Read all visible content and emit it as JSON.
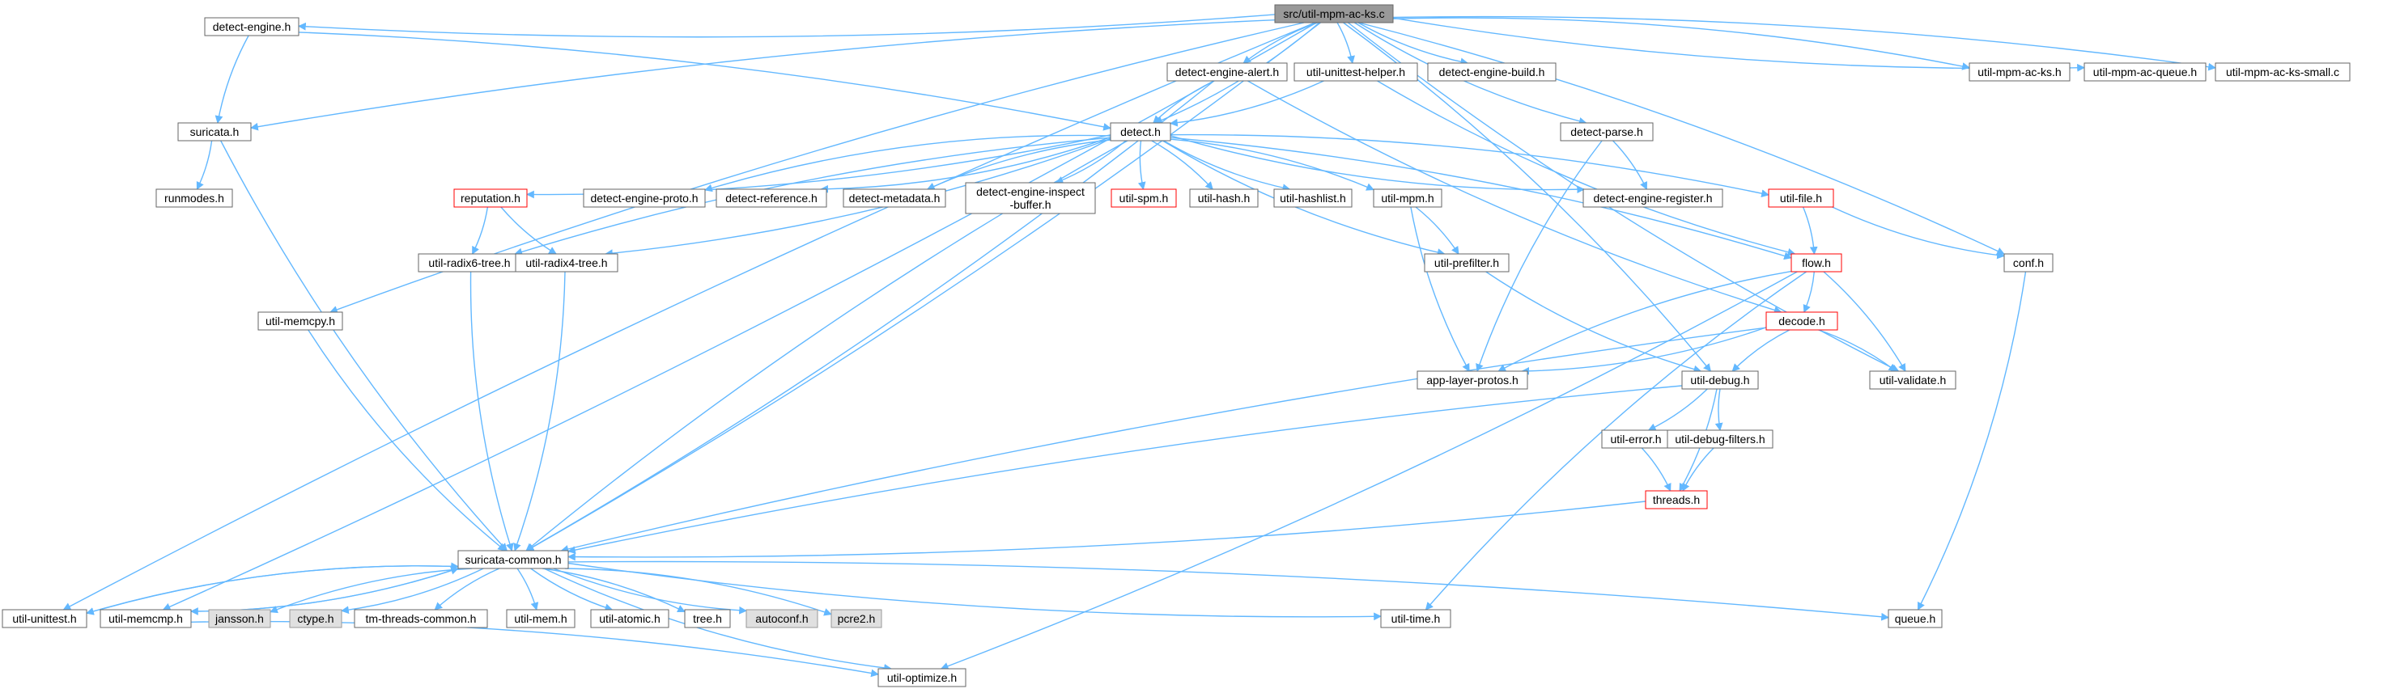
{
  "colors": {
    "edge": "#63b8ff",
    "root_fill": "#999999",
    "missing_fill": "#e0e0e0",
    "missing_border": "#999999",
    "normal_border": "#666666",
    "truncated_border": "#ff0000"
  },
  "graph": {
    "root": "src/util-mpm-ac-ks.c",
    "nodes": [
      {
        "id": "root",
        "label": [
          "src/util-mpm-ac-ks.c"
        ],
        "style": "root"
      },
      {
        "id": "detect_engine_h",
        "label": [
          "detect-engine.h"
        ],
        "style": "normal"
      },
      {
        "id": "detect_engine_alert_h",
        "label": [
          "detect-engine-alert.h"
        ],
        "style": "normal"
      },
      {
        "id": "util_unittest_helper_h",
        "label": [
          "util-unittest-helper.h"
        ],
        "style": "normal"
      },
      {
        "id": "detect_engine_build_h",
        "label": [
          "detect-engine-build.h"
        ],
        "style": "normal"
      },
      {
        "id": "util_mpm_ac_ks_h",
        "label": [
          "util-mpm-ac-ks.h"
        ],
        "style": "normal"
      },
      {
        "id": "util_mpm_ac_queue_h",
        "label": [
          "util-mpm-ac-queue.h"
        ],
        "style": "normal"
      },
      {
        "id": "util_mpm_ac_ks_small_c",
        "label": [
          "util-mpm-ac-ks-small.c"
        ],
        "style": "normal"
      },
      {
        "id": "suricata_h",
        "label": [
          "suricata.h"
        ],
        "style": "normal"
      },
      {
        "id": "detect_h",
        "label": [
          "detect.h"
        ],
        "style": "normal"
      },
      {
        "id": "detect_parse_h",
        "label": [
          "detect-parse.h"
        ],
        "style": "normal"
      },
      {
        "id": "runmodes_h",
        "label": [
          "runmodes.h"
        ],
        "style": "normal"
      },
      {
        "id": "reputation_h",
        "label": [
          "reputation.h"
        ],
        "style": "truncated"
      },
      {
        "id": "detect_engine_proto_h",
        "label": [
          "detect-engine-proto.h"
        ],
        "style": "normal"
      },
      {
        "id": "detect_reference_h",
        "label": [
          "detect-reference.h"
        ],
        "style": "normal"
      },
      {
        "id": "detect_metadata_h",
        "label": [
          "detect-metadata.h"
        ],
        "style": "normal"
      },
      {
        "id": "detect_engine_inspect_buffer_h",
        "label": [
          "detect-engine-inspect",
          "-buffer.h"
        ],
        "style": "normal"
      },
      {
        "id": "util_spm_h",
        "label": [
          "util-spm.h"
        ],
        "style": "truncated"
      },
      {
        "id": "util_hash_h",
        "label": [
          "util-hash.h"
        ],
        "style": "normal"
      },
      {
        "id": "util_hashlist_h",
        "label": [
          "util-hashlist.h"
        ],
        "style": "normal"
      },
      {
        "id": "util_mpm_h",
        "label": [
          "util-mpm.h"
        ],
        "style": "normal"
      },
      {
        "id": "detect_engine_register_h",
        "label": [
          "detect-engine-register.h"
        ],
        "style": "normal"
      },
      {
        "id": "util_file_h",
        "label": [
          "util-file.h"
        ],
        "style": "truncated"
      },
      {
        "id": "conf_h",
        "label": [
          "conf.h"
        ],
        "style": "normal"
      },
      {
        "id": "util_radix6_tree_h",
        "label": [
          "util-radix6-tree.h"
        ],
        "style": "normal"
      },
      {
        "id": "util_radix4_tree_h",
        "label": [
          "util-radix4-tree.h"
        ],
        "style": "normal"
      },
      {
        "id": "util_prefilter_h",
        "label": [
          "util-prefilter.h"
        ],
        "style": "normal"
      },
      {
        "id": "flow_h",
        "label": [
          "flow.h"
        ],
        "style": "truncated"
      },
      {
        "id": "util_memcpy_h",
        "label": [
          "util-memcpy.h"
        ],
        "style": "normal"
      },
      {
        "id": "decode_h",
        "label": [
          "decode.h"
        ],
        "style": "truncated"
      },
      {
        "id": "app_layer_protos_h",
        "label": [
          "app-layer-protos.h"
        ],
        "style": "normal"
      },
      {
        "id": "util_debug_h",
        "label": [
          "util-debug.h"
        ],
        "style": "normal"
      },
      {
        "id": "util_validate_h",
        "label": [
          "util-validate.h"
        ],
        "style": "normal"
      },
      {
        "id": "util_error_h",
        "label": [
          "util-error.h"
        ],
        "style": "normal"
      },
      {
        "id": "util_debug_filters_h",
        "label": [
          "util-debug-filters.h"
        ],
        "style": "normal"
      },
      {
        "id": "threads_h",
        "label": [
          "threads.h"
        ],
        "style": "truncated"
      },
      {
        "id": "suricata_common_h",
        "label": [
          "suricata-common.h"
        ],
        "style": "normal"
      },
      {
        "id": "util_unittest_h",
        "label": [
          "util-unittest.h"
        ],
        "style": "normal"
      },
      {
        "id": "util_memcmp_h",
        "label": [
          "util-memcmp.h"
        ],
        "style": "normal"
      },
      {
        "id": "jansson_h",
        "label": [
          "jansson.h"
        ],
        "style": "missing"
      },
      {
        "id": "ctype_h",
        "label": [
          "ctype.h"
        ],
        "style": "missing"
      },
      {
        "id": "tm_threads_common_h",
        "label": [
          "tm-threads-common.h"
        ],
        "style": "normal"
      },
      {
        "id": "util_mem_h",
        "label": [
          "util-mem.h"
        ],
        "style": "normal"
      },
      {
        "id": "util_atomic_h",
        "label": [
          "util-atomic.h"
        ],
        "style": "normal"
      },
      {
        "id": "tree_h",
        "label": [
          "tree.h"
        ],
        "style": "normal"
      },
      {
        "id": "autoconf_h",
        "label": [
          "autoconf.h"
        ],
        "style": "missing"
      },
      {
        "id": "pcre2_h",
        "label": [
          "pcre2.h"
        ],
        "style": "missing"
      },
      {
        "id": "util_time_h",
        "label": [
          "util-time.h"
        ],
        "style": "normal"
      },
      {
        "id": "queue_h",
        "label": [
          "queue.h"
        ],
        "style": "normal"
      },
      {
        "id": "util_optimize_h",
        "label": [
          "util-optimize.h"
        ],
        "style": "normal"
      }
    ],
    "edges": [
      [
        "root",
        "detect_engine_h"
      ],
      [
        "root",
        "detect_engine_alert_h"
      ],
      [
        "root",
        "util_unittest_helper_h"
      ],
      [
        "root",
        "detect_engine_build_h"
      ],
      [
        "root",
        "util_mpm_ac_ks_h"
      ],
      [
        "root",
        "util_mpm_ac_queue_h"
      ],
      [
        "root",
        "util_mpm_ac_ks_small_c"
      ],
      [
        "root",
        "suricata_h"
      ],
      [
        "root",
        "detect_h"
      ],
      [
        "root",
        "detect_parse_h"
      ],
      [
        "root",
        "conf_h"
      ],
      [
        "root",
        "util_memcpy_h"
      ],
      [
        "root",
        "util_debug_h"
      ],
      [
        "root",
        "util_validate_h"
      ],
      [
        "root",
        "suricata_common_h"
      ],
      [
        "root",
        "util_unittest_h"
      ],
      [
        "root",
        "util_memcmp_h"
      ],
      [
        "detect_engine_h",
        "suricata_h"
      ],
      [
        "detect_engine_h",
        "detect_h"
      ],
      [
        "detect_engine_alert_h",
        "detect_h"
      ],
      [
        "detect_engine_alert_h",
        "suricata_common_h"
      ],
      [
        "detect_engine_alert_h",
        "decode_h"
      ],
      [
        "util_unittest_helper_h",
        "detect_h"
      ],
      [
        "util_unittest_helper_h",
        "flow_h"
      ],
      [
        "suricata_h",
        "runmodes_h"
      ],
      [
        "suricata_h",
        "suricata_common_h"
      ],
      [
        "detect_h",
        "reputation_h"
      ],
      [
        "detect_h",
        "detect_engine_proto_h"
      ],
      [
        "detect_h",
        "detect_reference_h"
      ],
      [
        "detect_h",
        "detect_metadata_h"
      ],
      [
        "detect_h",
        "detect_engine_inspect_buffer_h"
      ],
      [
        "detect_h",
        "util_spm_h"
      ],
      [
        "detect_h",
        "util_hash_h"
      ],
      [
        "detect_h",
        "util_hashlist_h"
      ],
      [
        "detect_h",
        "util_mpm_h"
      ],
      [
        "detect_h",
        "detect_engine_register_h"
      ],
      [
        "detect_h",
        "util_file_h"
      ],
      [
        "detect_h",
        "util_radix6_tree_h"
      ],
      [
        "detect_h",
        "util_radix4_tree_h"
      ],
      [
        "detect_h",
        "util_prefilter_h"
      ],
      [
        "detect_h",
        "flow_h"
      ],
      [
        "detect_h",
        "suricata_common_h"
      ],
      [
        "detect_parse_h",
        "detect_engine_register_h"
      ],
      [
        "detect_parse_h",
        "app_layer_protos_h"
      ],
      [
        "reputation_h",
        "util_radix6_tree_h"
      ],
      [
        "reputation_h",
        "util_radix4_tree_h"
      ],
      [
        "util_mpm_h",
        "util_prefilter_h"
      ],
      [
        "util_mpm_h",
        "app_layer_protos_h"
      ],
      [
        "util_file_h",
        "flow_h"
      ],
      [
        "util_file_h",
        "conf_h"
      ],
      [
        "conf_h",
        "queue_h"
      ],
      [
        "util_radix6_tree_h",
        "suricata_common_h"
      ],
      [
        "util_radix4_tree_h",
        "suricata_common_h"
      ],
      [
        "util_prefilter_h",
        "util_debug_h"
      ],
      [
        "flow_h",
        "decode_h"
      ],
      [
        "flow_h",
        "app_layer_protos_h"
      ],
      [
        "flow_h",
        "util_validate_h"
      ],
      [
        "flow_h",
        "util_time_h"
      ],
      [
        "flow_h",
        "util_optimize_h"
      ],
      [
        "util_memcpy_h",
        "suricata_common_h"
      ],
      [
        "decode_h",
        "app_layer_protos_h"
      ],
      [
        "decode_h",
        "util_debug_h"
      ],
      [
        "decode_h",
        "util_validate_h"
      ],
      [
        "decode_h",
        "suricata_common_h"
      ],
      [
        "util_debug_h",
        "util_error_h"
      ],
      [
        "util_debug_h",
        "util_debug_filters_h"
      ],
      [
        "util_debug_h",
        "threads_h"
      ],
      [
        "util_debug_h",
        "suricata_common_h"
      ],
      [
        "util_error_h",
        "threads_h"
      ],
      [
        "util_debug_filters_h",
        "threads_h"
      ],
      [
        "threads_h",
        "suricata_common_h"
      ],
      [
        "suricata_common_h",
        "util_unittest_h"
      ],
      [
        "suricata_common_h",
        "util_memcmp_h"
      ],
      [
        "suricata_common_h",
        "jansson_h"
      ],
      [
        "suricata_common_h",
        "ctype_h"
      ],
      [
        "suricata_common_h",
        "tm_threads_common_h"
      ],
      [
        "suricata_common_h",
        "util_mem_h"
      ],
      [
        "suricata_common_h",
        "util_atomic_h"
      ],
      [
        "suricata_common_h",
        "tree_h"
      ],
      [
        "suricata_common_h",
        "autoconf_h"
      ],
      [
        "suricata_common_h",
        "pcre2_h"
      ],
      [
        "suricata_common_h",
        "util_time_h"
      ],
      [
        "suricata_common_h",
        "queue_h"
      ],
      [
        "suricata_common_h",
        "util_optimize_h"
      ],
      [
        "util_unittest_h",
        "suricata_common_h"
      ],
      [
        "util_memcmp_h",
        "suricata_common_h"
      ],
      [
        "util_memcmp_h",
        "util_optimize_h"
      ]
    ]
  }
}
